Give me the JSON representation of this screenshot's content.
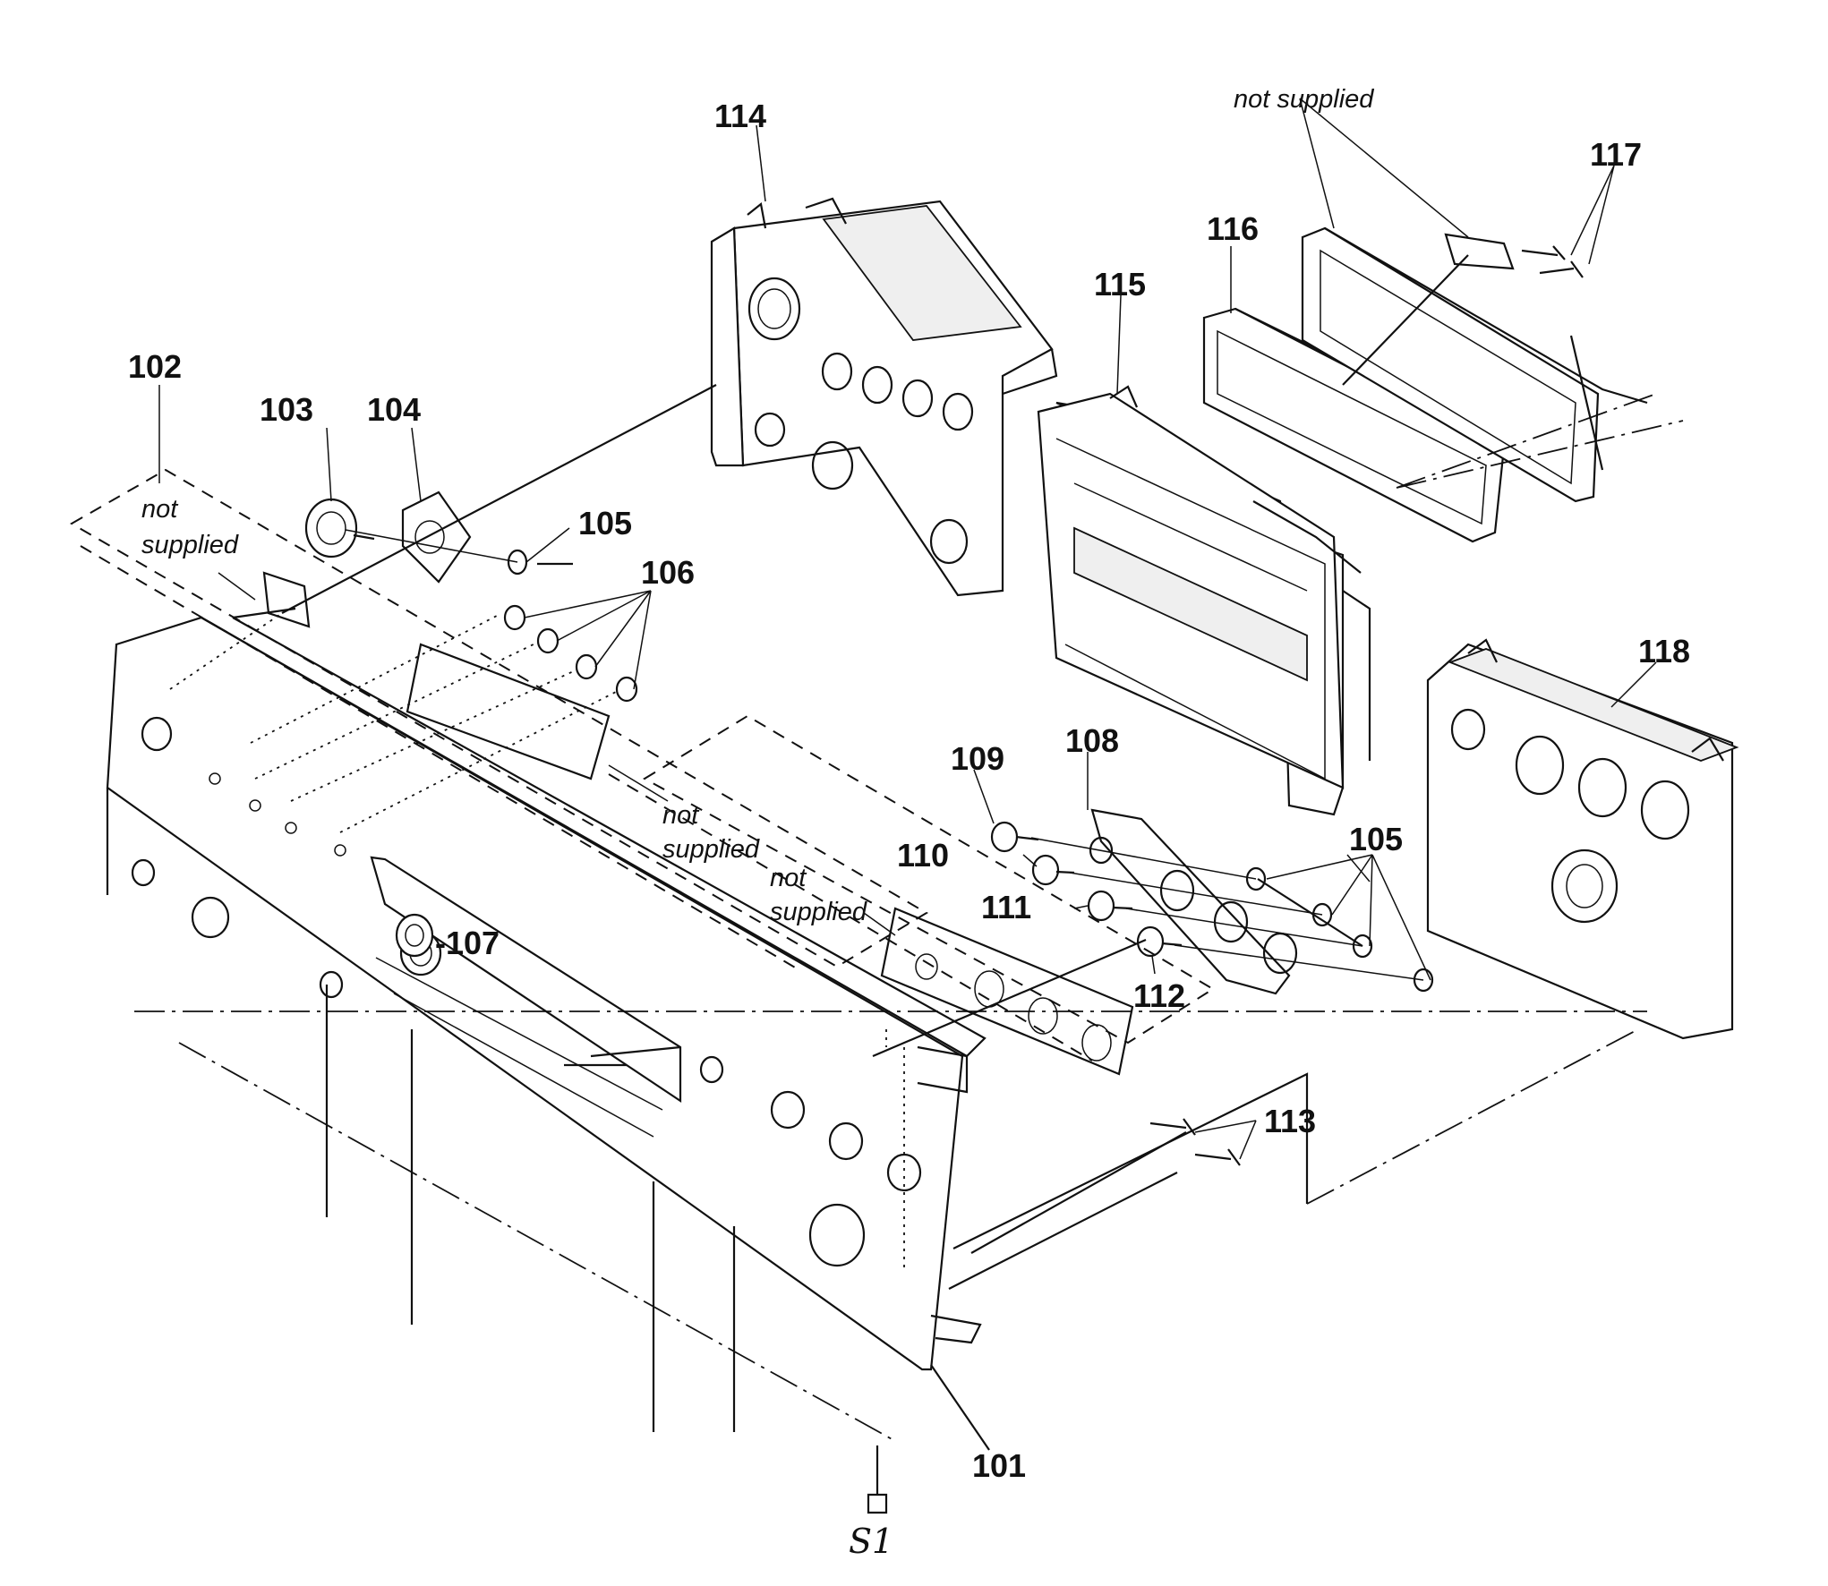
{
  "parts": [
    {
      "id": "101",
      "label": "101"
    },
    {
      "id": "102",
      "label": "102"
    },
    {
      "id": "103",
      "label": "103"
    },
    {
      "id": "104",
      "label": "104"
    },
    {
      "id": "105a",
      "label": "105"
    },
    {
      "id": "105b",
      "label": "105"
    },
    {
      "id": "106",
      "label": "106"
    },
    {
      "id": "107",
      "label": "-107"
    },
    {
      "id": "108",
      "label": "108"
    },
    {
      "id": "109",
      "label": "109"
    },
    {
      "id": "110",
      "label": "110"
    },
    {
      "id": "111",
      "label": "111"
    },
    {
      "id": "112",
      "label": "112"
    },
    {
      "id": "113",
      "label": "113"
    },
    {
      "id": "114",
      "label": "114"
    },
    {
      "id": "115",
      "label": "115"
    },
    {
      "id": "116",
      "label": "116"
    },
    {
      "id": "117",
      "label": "117"
    },
    {
      "id": "118",
      "label": "118"
    }
  ],
  "notes": {
    "not_supplied": "not supplied",
    "not": "not",
    "supplied": "supplied"
  },
  "screw_mark": "S1"
}
